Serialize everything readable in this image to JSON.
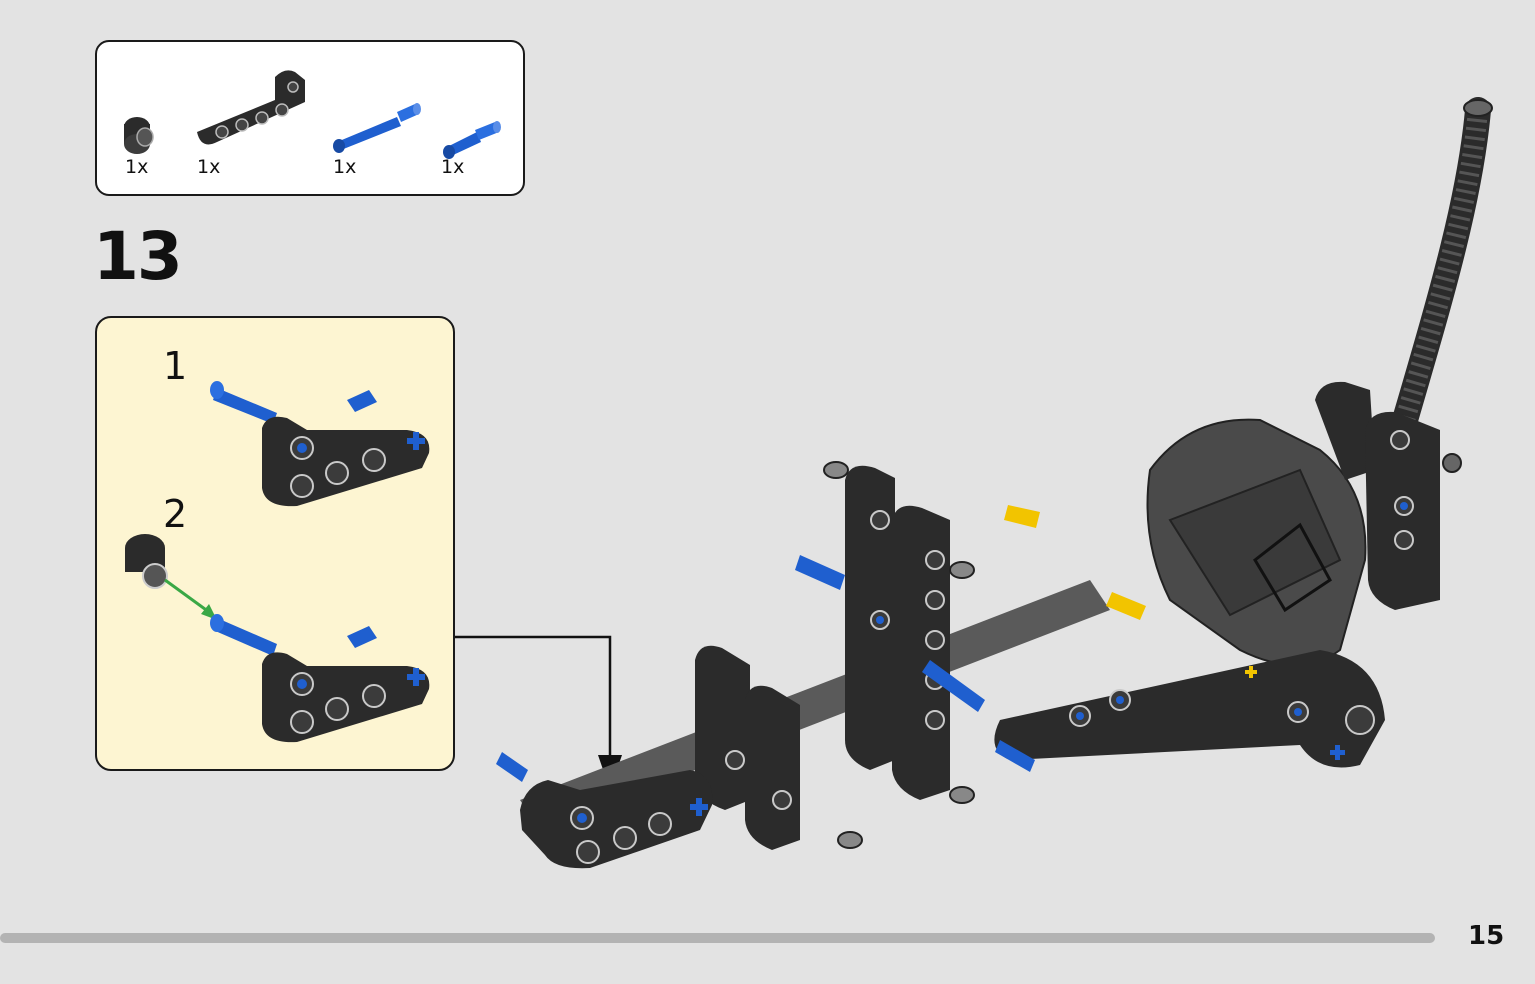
{
  "parts_list": {
    "items": [
      {
        "icon": "black-bush-icon",
        "qty": "1x"
      },
      {
        "icon": "black-angled-beam-icon",
        "qty": "1x"
      },
      {
        "icon": "blue-long-pin-icon",
        "qty": "1x"
      },
      {
        "icon": "blue-pin-icon",
        "qty": "1x"
      }
    ]
  },
  "step": {
    "number": "13"
  },
  "sub_assembly": {
    "steps": [
      {
        "number": "1"
      },
      {
        "number": "2"
      }
    ]
  },
  "footer": {
    "page_number": "15",
    "progress": 0.935
  },
  "colors": {
    "background": "#e3e3e3",
    "sub_assembly_bg": "#fdf5d2",
    "technic_black": "#2e2e2e",
    "technic_blue": "#1f5fcf",
    "technic_yellow": "#f2c400",
    "arrow_green": "#3aa845",
    "progress_bar": "#b3b3b3"
  }
}
